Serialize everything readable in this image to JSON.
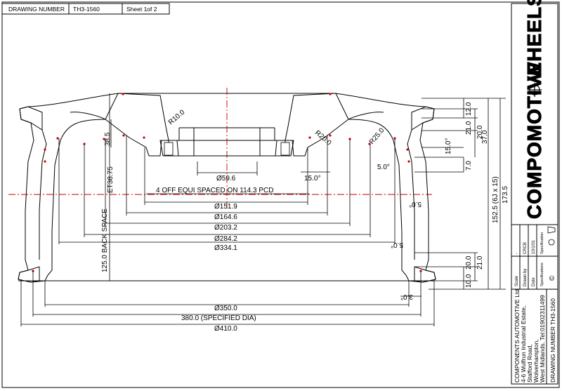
{
  "header": {
    "label": "DRAWING NUMBER",
    "number": "TH3-1560",
    "sheet": "Sheet 1of 2"
  },
  "dimensions": {
    "bore": "Ø59.6",
    "pcd": "4 OFF EQUI SPACED ON 114.3 PCD",
    "d1": "Ø151.9",
    "d2": "Ø164.6",
    "d3": "Ø203.2",
    "d4": "Ø284.2",
    "d5": "Ø334.1",
    "d6": "Ø350.0",
    "specified": "380.0 (SPECIFIED DIA)",
    "d7": "Ø410.0",
    "backspace_label": "125.0 BACK SPACE",
    "et": "ET38.75",
    "h385": "38.5",
    "r10": "R10.0",
    "r20": "R20.0",
    "r25": "R25.0",
    "ang15a": "15.0°",
    "ang15b": "15.0°",
    "ang5a": "5.0°",
    "ang5b": "5.0°",
    "ang5c": "5.0°",
    "ang3": "3.0°",
    "r_12": "12.0",
    "r_21a": "21.0",
    "r_20a": "20.0",
    "r_37": "37.0",
    "r_7": "7.0",
    "r_173": "173.5",
    "r_1525": "152.5 (6J x 15)",
    "r_20b": "20.0",
    "r_21b": "21.0",
    "r_10": "10.0"
  },
  "title_block": {
    "company_name": "COMPONENTS AUTOMOTIVE Ltd",
    "address1": "4-6 Wulfrun Industrial Estate,",
    "address2": "Stafford Road,",
    "address3": "Wolverhampton,",
    "address4": "West Midlands. Tel:01902311499",
    "drawing_number": "DRAWING NUMBER TH3-1560",
    "scale_label": "Scale",
    "scale_value": "-",
    "drawn_label": "Drawn by",
    "drawn_value": "CRCB",
    "date_label": "Date",
    "date_value": "10/1/01",
    "specifications_label": "Specifications",
    "specifications_value": "Specification",
    "copyright": "©",
    "brand_left": "COMPOMOTIVE",
    "brand_right": "WHEELS"
  }
}
